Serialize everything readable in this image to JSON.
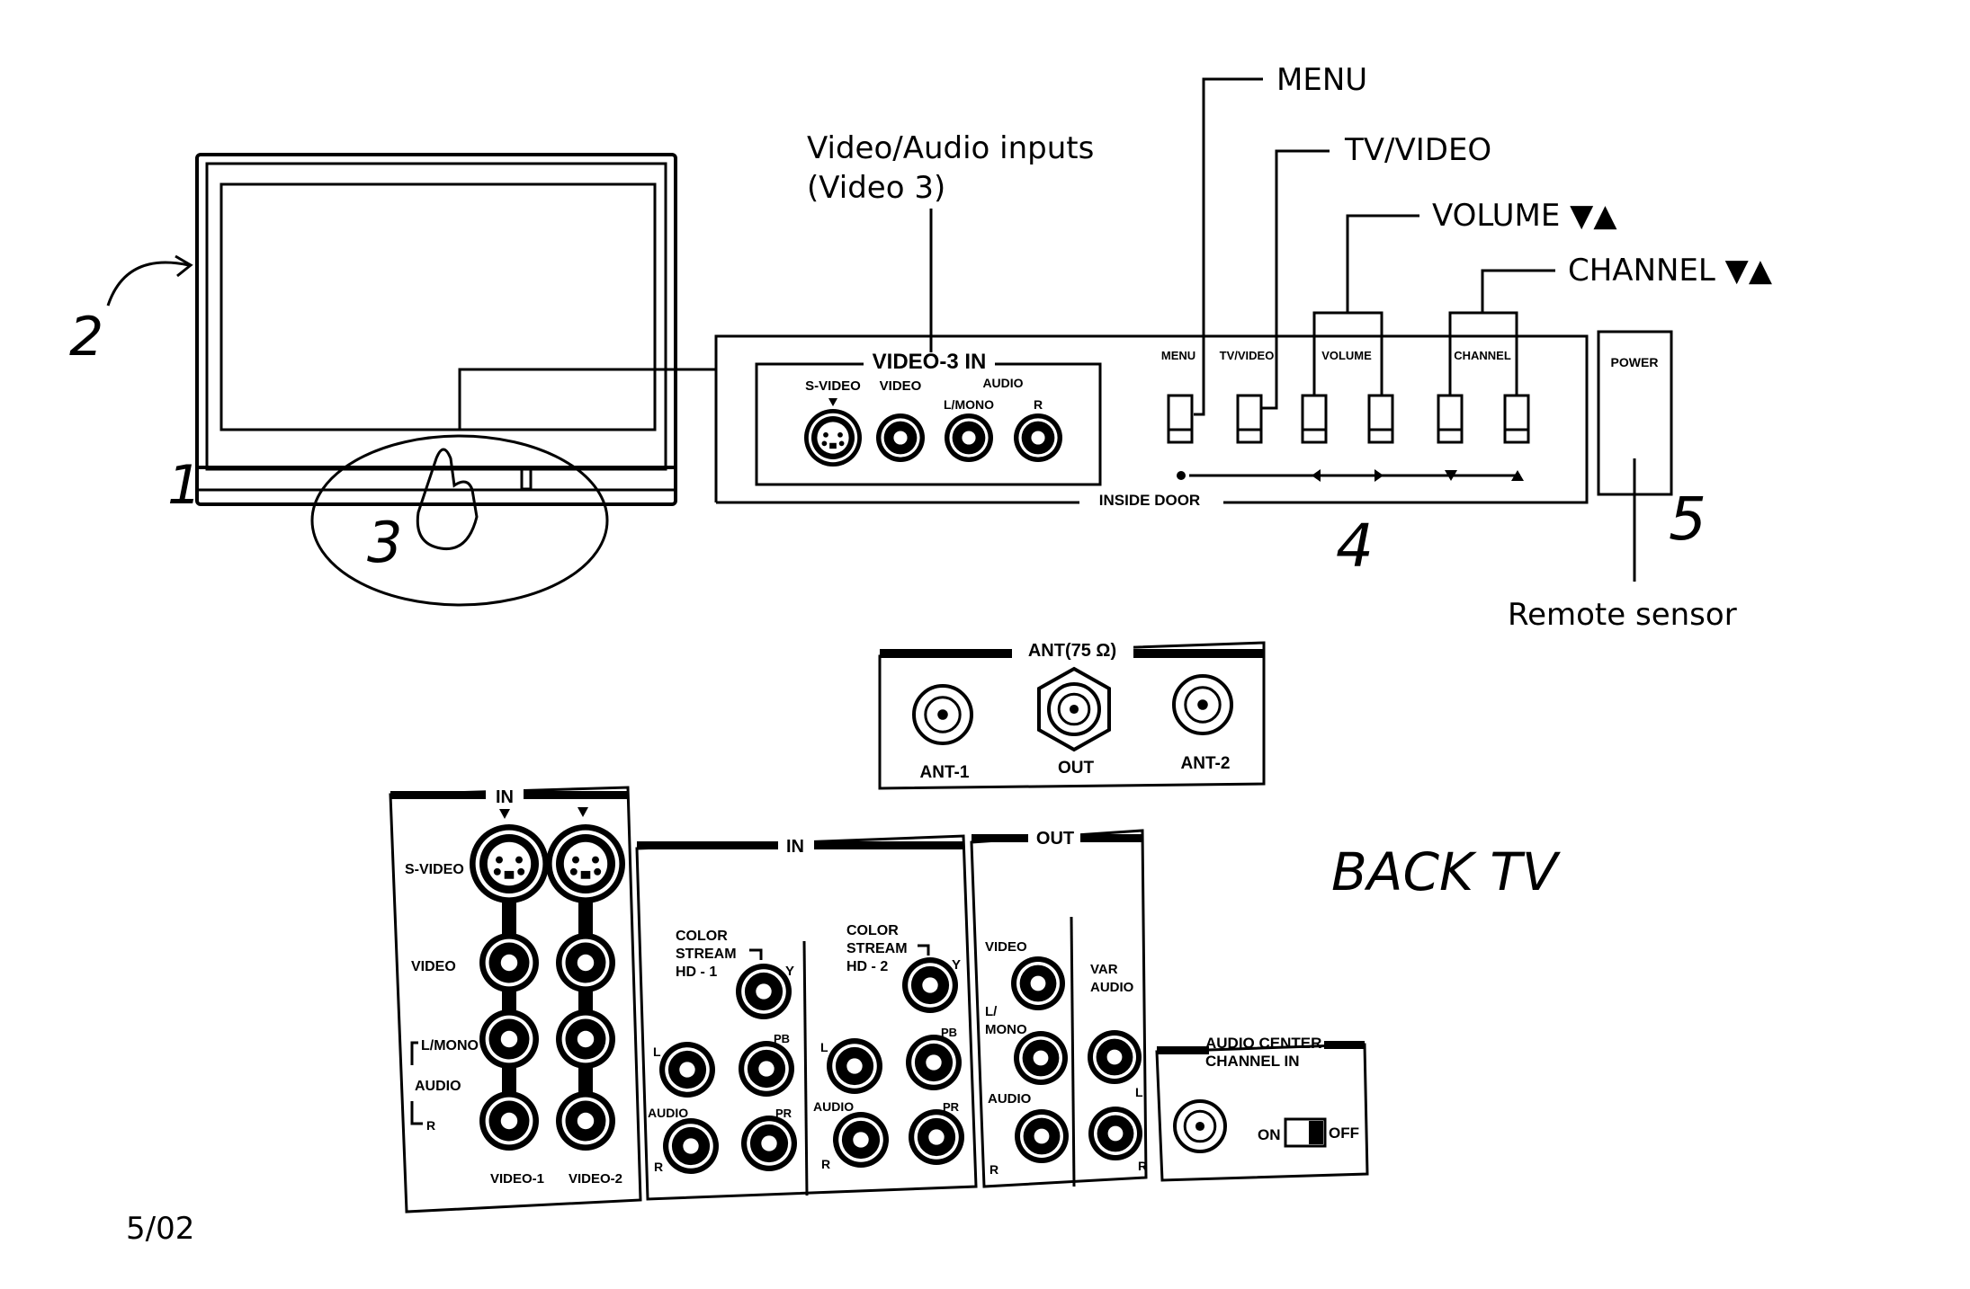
{
  "callouts": {
    "menu": "MENU",
    "tv_video": "TV/VIDEO",
    "volume": "VOLUME ▼▲",
    "channel": "CHANNEL ▼▲",
    "video_audio_inputs_line1": "Video/Audio inputs",
    "video_audio_inputs_line2": "(Video 3)",
    "remote_sensor": "Remote sensor"
  },
  "handwritten": {
    "n1": "1",
    "n2": "2",
    "n3": "3",
    "n4": "4",
    "n5": "5",
    "back_tv": "BACK TV",
    "date": "5/02"
  },
  "front_panel": {
    "video3_title": "VIDEO-3 IN",
    "svideo": "S-VIDEO",
    "video": "VIDEO",
    "audio": "AUDIO",
    "lmono": "L/MONO",
    "r": "R",
    "buttons": {
      "menu": "MENU",
      "tv_video": "TV/VIDEO",
      "volume": "VOLUME",
      "channel": "CHANNEL"
    },
    "inside_door": "INSIDE DOOR",
    "power": "POWER"
  },
  "antenna": {
    "title": "ANT(75 Ω)",
    "ant1": "ANT-1",
    "out": "OUT",
    "ant2": "ANT-2"
  },
  "back_in1": {
    "title": "IN",
    "svideo": "S-VIDEO",
    "video": "VIDEO",
    "lmono": "L/MONO",
    "audio": "AUDIO",
    "r": "R",
    "video1": "VIDEO-1",
    "video2": "VIDEO-2"
  },
  "back_in2": {
    "title": "IN",
    "color": "COLOR",
    "stream": "STREAM",
    "hd1": "HD - 1",
    "hd2": "HD - 2",
    "y": "Y",
    "pb": "PB",
    "pr": "PR",
    "l": "L",
    "audio": "AUDIO",
    "r": "R"
  },
  "back_out": {
    "title": "OUT",
    "video": "VIDEO",
    "l": "L/",
    "mono": "MONO",
    "audio": "AUDIO",
    "r": "R",
    "var": "VAR",
    "var_audio": "AUDIO",
    "var_l": "L",
    "var_r": "R"
  },
  "audio_center": {
    "line1": "AUDIO CENTER",
    "line2": "CHANNEL IN",
    "on": "ON",
    "off": "OFF",
    "switch_state": "ON"
  }
}
